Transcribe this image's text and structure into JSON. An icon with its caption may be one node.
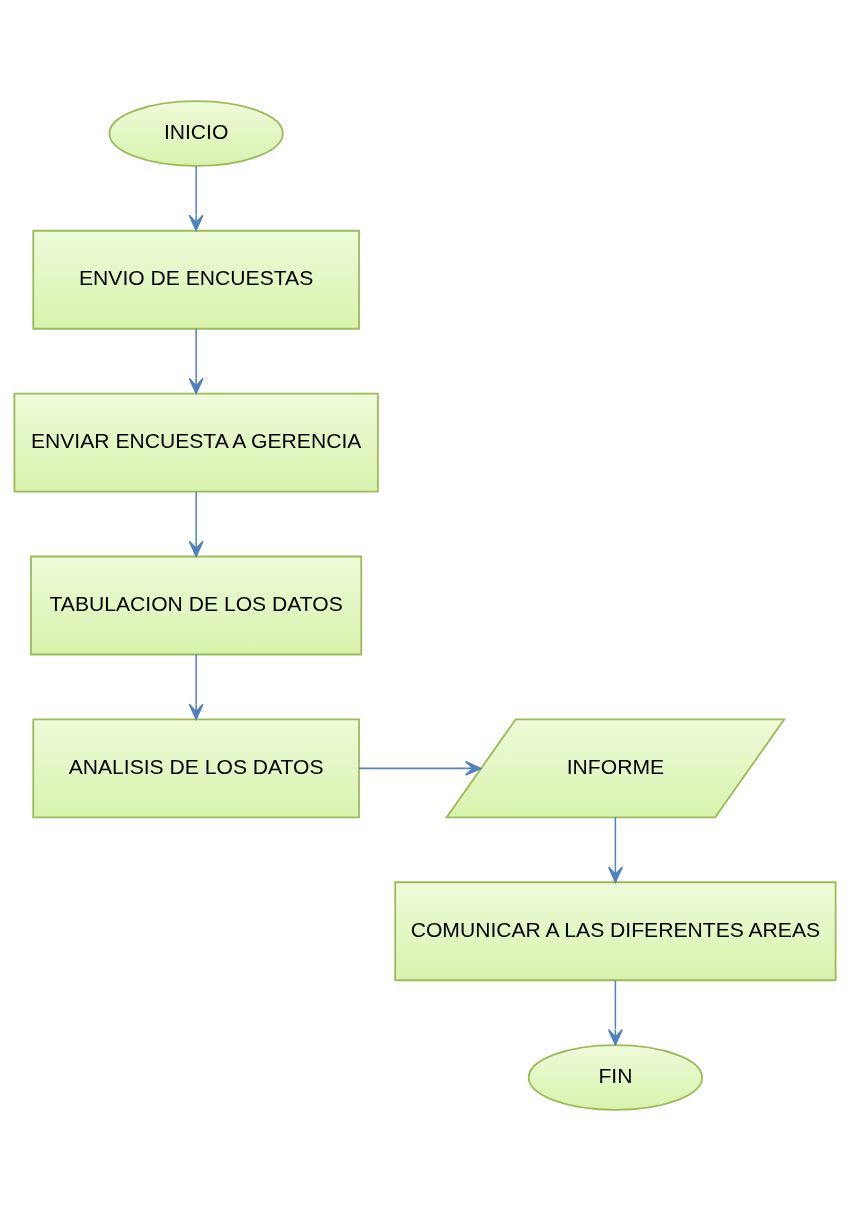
{
  "diagram": {
    "nodes": [
      {
        "text": [
          "INICIO"
        ]
      },
      {
        "text": [
          "ENVIO DE ENCUESTAS"
        ]
      },
      {
        "text": [
          "ENVIAR ENCUESTA A GERENCIA"
        ]
      },
      {
        "text": [
          "TABULACION DE LOS DATOS"
        ]
      },
      {
        "text": [
          "ANALISIS DE LOS DATOS"
        ]
      },
      {
        "text": [
          "INFORME"
        ]
      },
      {
        "text": [
          "COMUNICAR A LAS DIFERENTES AREAS"
        ]
      },
      {
        "text": [
          "FIN"
        ]
      }
    ],
    "edges": [
      {
        "from": 0,
        "to": 1,
        "arrow": "to"
      },
      {
        "from": 1,
        "to": 2,
        "arrow": "to"
      },
      {
        "from": 2,
        "to": 3,
        "arrow": "to"
      },
      {
        "from": 3,
        "to": 4,
        "arrow": "to"
      },
      {
        "from": 4,
        "to": 5,
        "arrow": "to"
      },
      {
        "from": 5,
        "to": 6,
        "arrow": "to"
      },
      {
        "from": 6,
        "to": 7,
        "arrow": "to"
      }
    ]
  }
}
